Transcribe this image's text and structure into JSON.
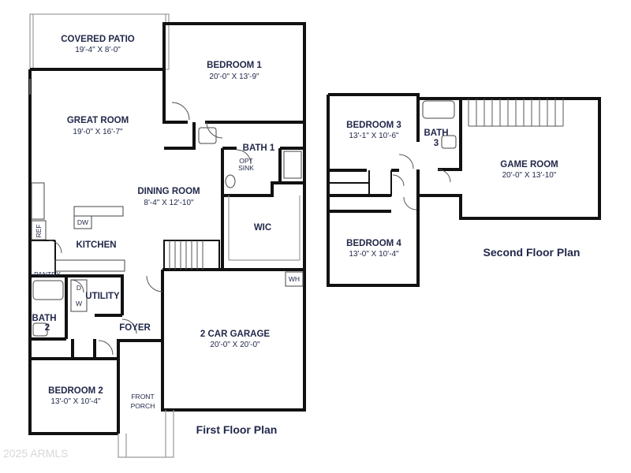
{
  "first_floor": {
    "title": "First Floor Plan",
    "rooms": {
      "covered_patio": {
        "name": "COVERED PATIO",
        "size": "19'-4\" X 8'-0\""
      },
      "bedroom_1": {
        "name": "BEDROOM 1",
        "size": "20'-0\" X 13'-9\""
      },
      "great_room": {
        "name": "GREAT ROOM",
        "size": "19'-0\" X 16'-7\""
      },
      "bath_1": {
        "name": "BATH 1"
      },
      "opt_sink": {
        "line1": "OPT",
        "line2": "SINK"
      },
      "dining_room": {
        "name": "DINING ROOM",
        "size": "8'-4\" X 12'-10\""
      },
      "wic": {
        "name": "WIC"
      },
      "kitchen": {
        "name": "KITCHEN"
      },
      "pantry": {
        "name": "PANTRY"
      },
      "utility": {
        "name": "UTILITY"
      },
      "bath_2": {
        "line1": "BATH",
        "line2": "2"
      },
      "foyer": {
        "name": "FOYER"
      },
      "garage": {
        "name": "2 CAR GARAGE",
        "size": "20'-0\" X 20'-0\""
      },
      "bedroom_2": {
        "name": "BEDROOM 2",
        "size": "13'-0\" X 10'-4\""
      },
      "front_porch": {
        "line1": "FRONT",
        "line2": "PORCH"
      }
    },
    "fixtures": {
      "dw": "DW",
      "ref": "REF",
      "wh": "WH",
      "washer": "W",
      "dryer": "D"
    }
  },
  "second_floor": {
    "title": "Second Floor Plan",
    "rooms": {
      "bedroom_3": {
        "name": "BEDROOM 3",
        "size": "13'-1\" X 10'-6\""
      },
      "bath_3": {
        "line1": "BATH",
        "line2": "3"
      },
      "game_room": {
        "name": "GAME ROOM",
        "size": "20'-0\" X 13'-10\""
      },
      "bedroom_4": {
        "name": "BEDROOM 4",
        "size": "13'-0\" X 10'-4\""
      }
    }
  },
  "watermark": "2025 ARMLS",
  "colors": {
    "wall": "#111111",
    "label": "#22284a",
    "background": "#ffffff"
  }
}
